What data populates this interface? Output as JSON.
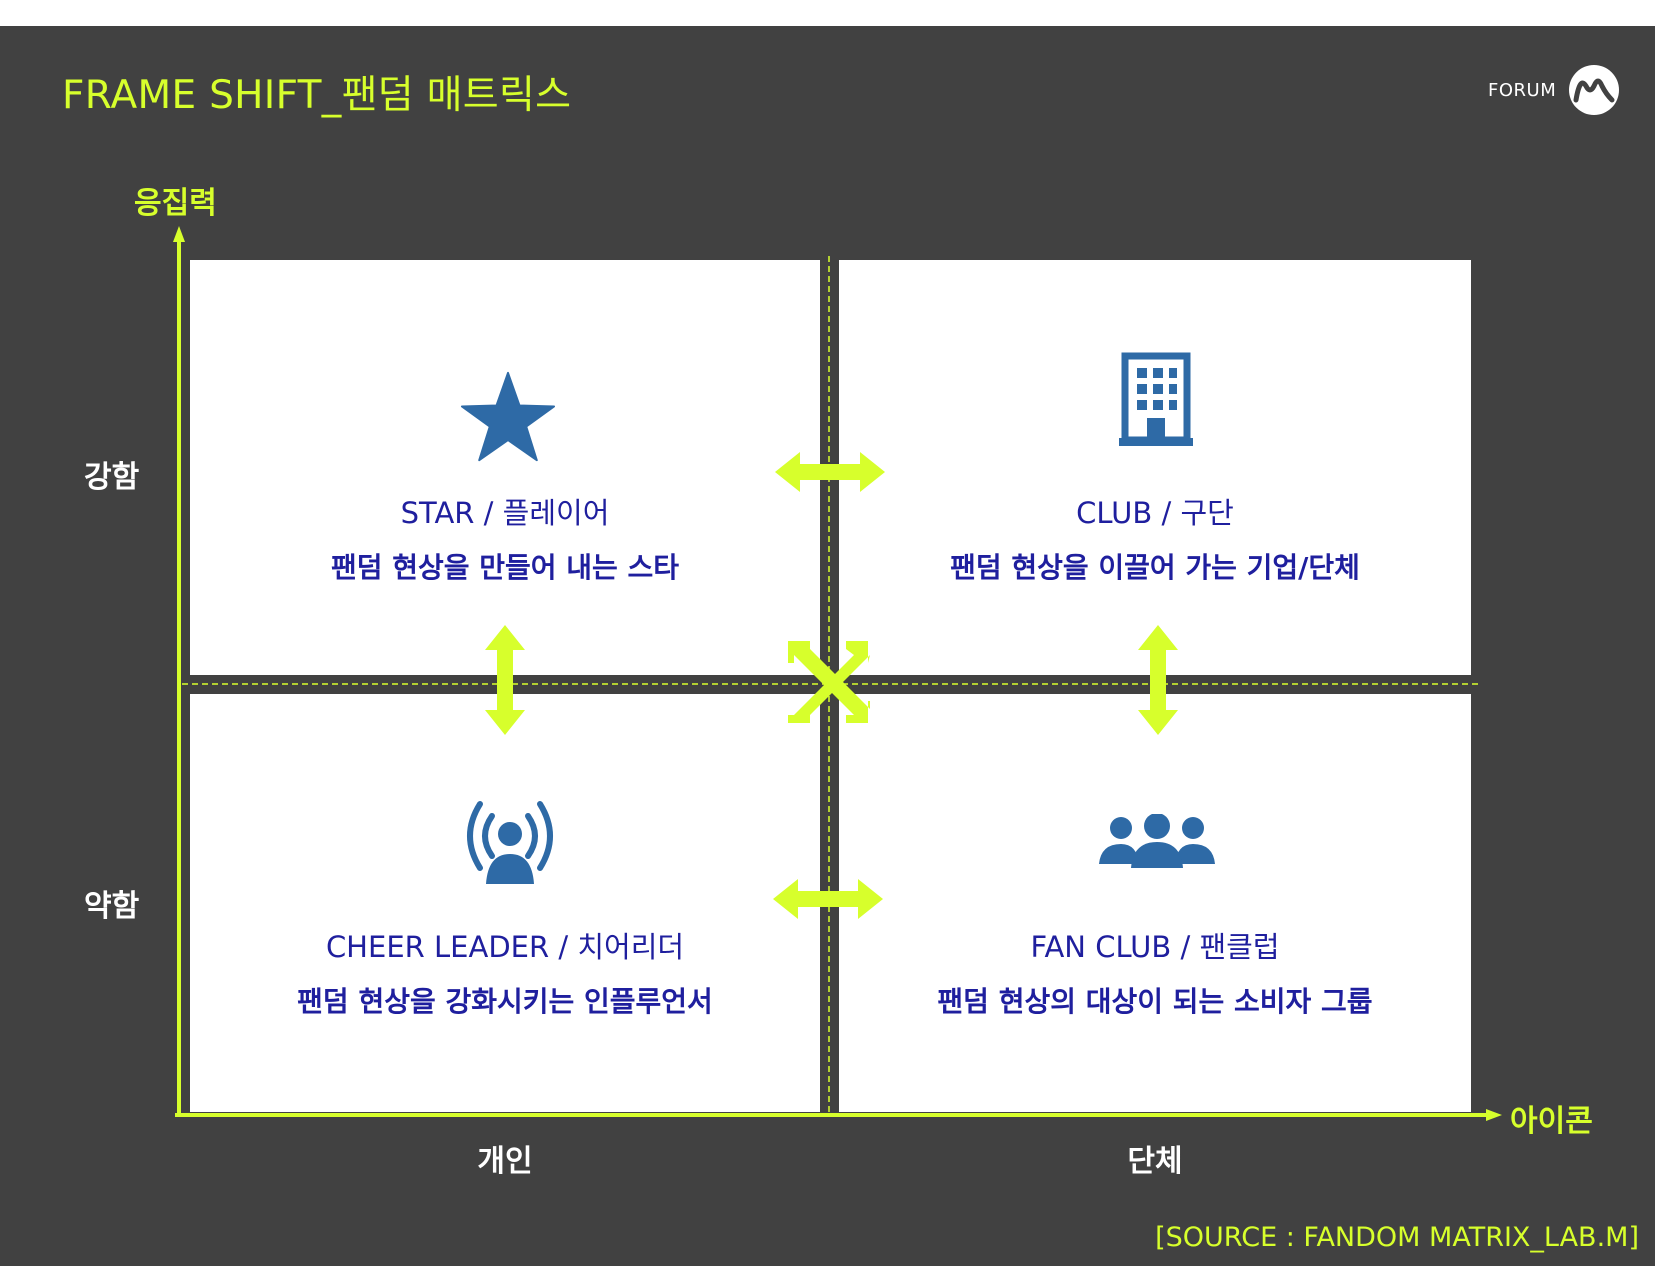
{
  "header": {
    "title": "FRAME SHIFT_팬덤 매트릭스",
    "brand_text": "FORUM"
  },
  "axes": {
    "y_label": "응집력",
    "x_label": "아이콘",
    "rows": [
      "강함",
      "약함"
    ],
    "columns": [
      "개인",
      "단체"
    ]
  },
  "quadrants": [
    {
      "title": "STAR  / 플레이어",
      "desc": "팬덤 현상을 만들어 내는 스타",
      "icon": "star-icon"
    },
    {
      "title": "CLUB / 구단",
      "desc": "팬덤 현상을 이끌어 가는 기업/단체",
      "icon": "building-icon"
    },
    {
      "title": "CHEER LEADER / 치어리더",
      "desc": "팬덤 현상을 강화시키는 인플루언서",
      "icon": "broadcast-icon"
    },
    {
      "title": "FAN CLUB / 팬클럽",
      "desc": "팬덤 현상의 대상이 되는 소비자 그룹",
      "icon": "group-icon"
    }
  ],
  "footer": {
    "source": "[SOURCE : FANDOM MATRIX_LAB.M]"
  },
  "colors": {
    "background": "#414141",
    "accent": "#d7ff2c",
    "text_blue": "#1f1f9e",
    "icon_blue": "#2e6aa6"
  }
}
